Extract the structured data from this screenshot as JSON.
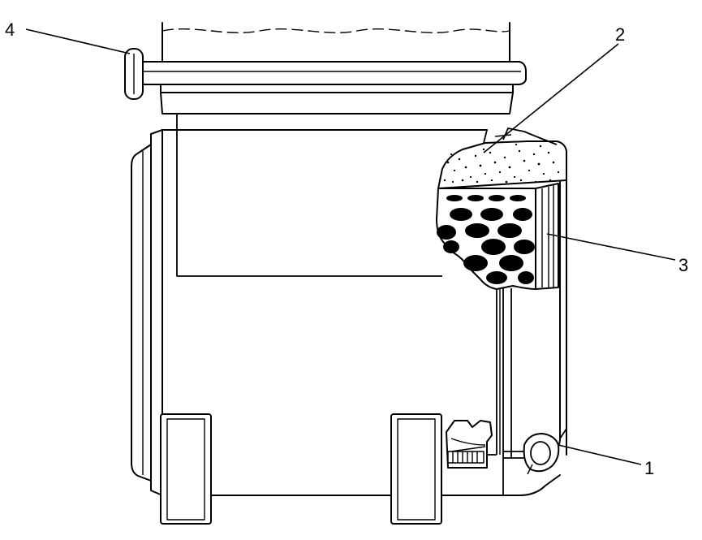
{
  "diagram": {
    "callouts": [
      {
        "id": "1",
        "label": "1"
      },
      {
        "id": "2",
        "label": "2"
      },
      {
        "id": "3",
        "label": "3"
      },
      {
        "id": "4",
        "label": "4"
      }
    ],
    "colors": {
      "line": "#000000",
      "background": "#ffffff"
    }
  }
}
